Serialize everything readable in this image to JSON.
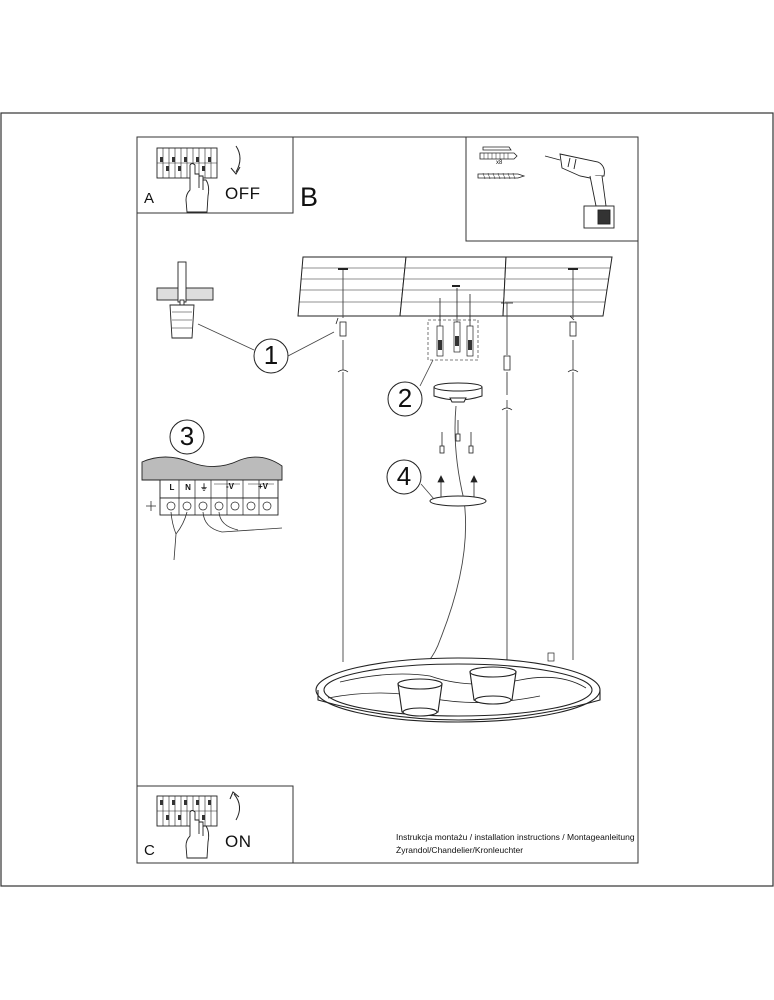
{
  "panels": {
    "a": {
      "letter": "A",
      "word": "OFF"
    },
    "b": {
      "letter": "B"
    },
    "c": {
      "letter": "C",
      "word": "ON"
    }
  },
  "steps": [
    "1",
    "2",
    "3",
    "4"
  ],
  "terminal_labels": [
    "L",
    "N",
    "⏚",
    "-V",
    "+V"
  ],
  "tools": {
    "anchor_count": "x8"
  },
  "footer": {
    "line1": "Instrukcja montażu / installation instructions / Montageanleitung",
    "line2": "Żyrandol/Chandelier/Kronleuchter"
  },
  "icons": [
    "breaker-icon",
    "hand-icon",
    "switch-down-arrow-icon",
    "switch-up-arrow-icon",
    "wall-anchor-icon",
    "screw-icon",
    "drill-icon",
    "ceiling-plate-icon",
    "canopy-icon",
    "ring-lamp-icon",
    "terminal-block-icon"
  ]
}
